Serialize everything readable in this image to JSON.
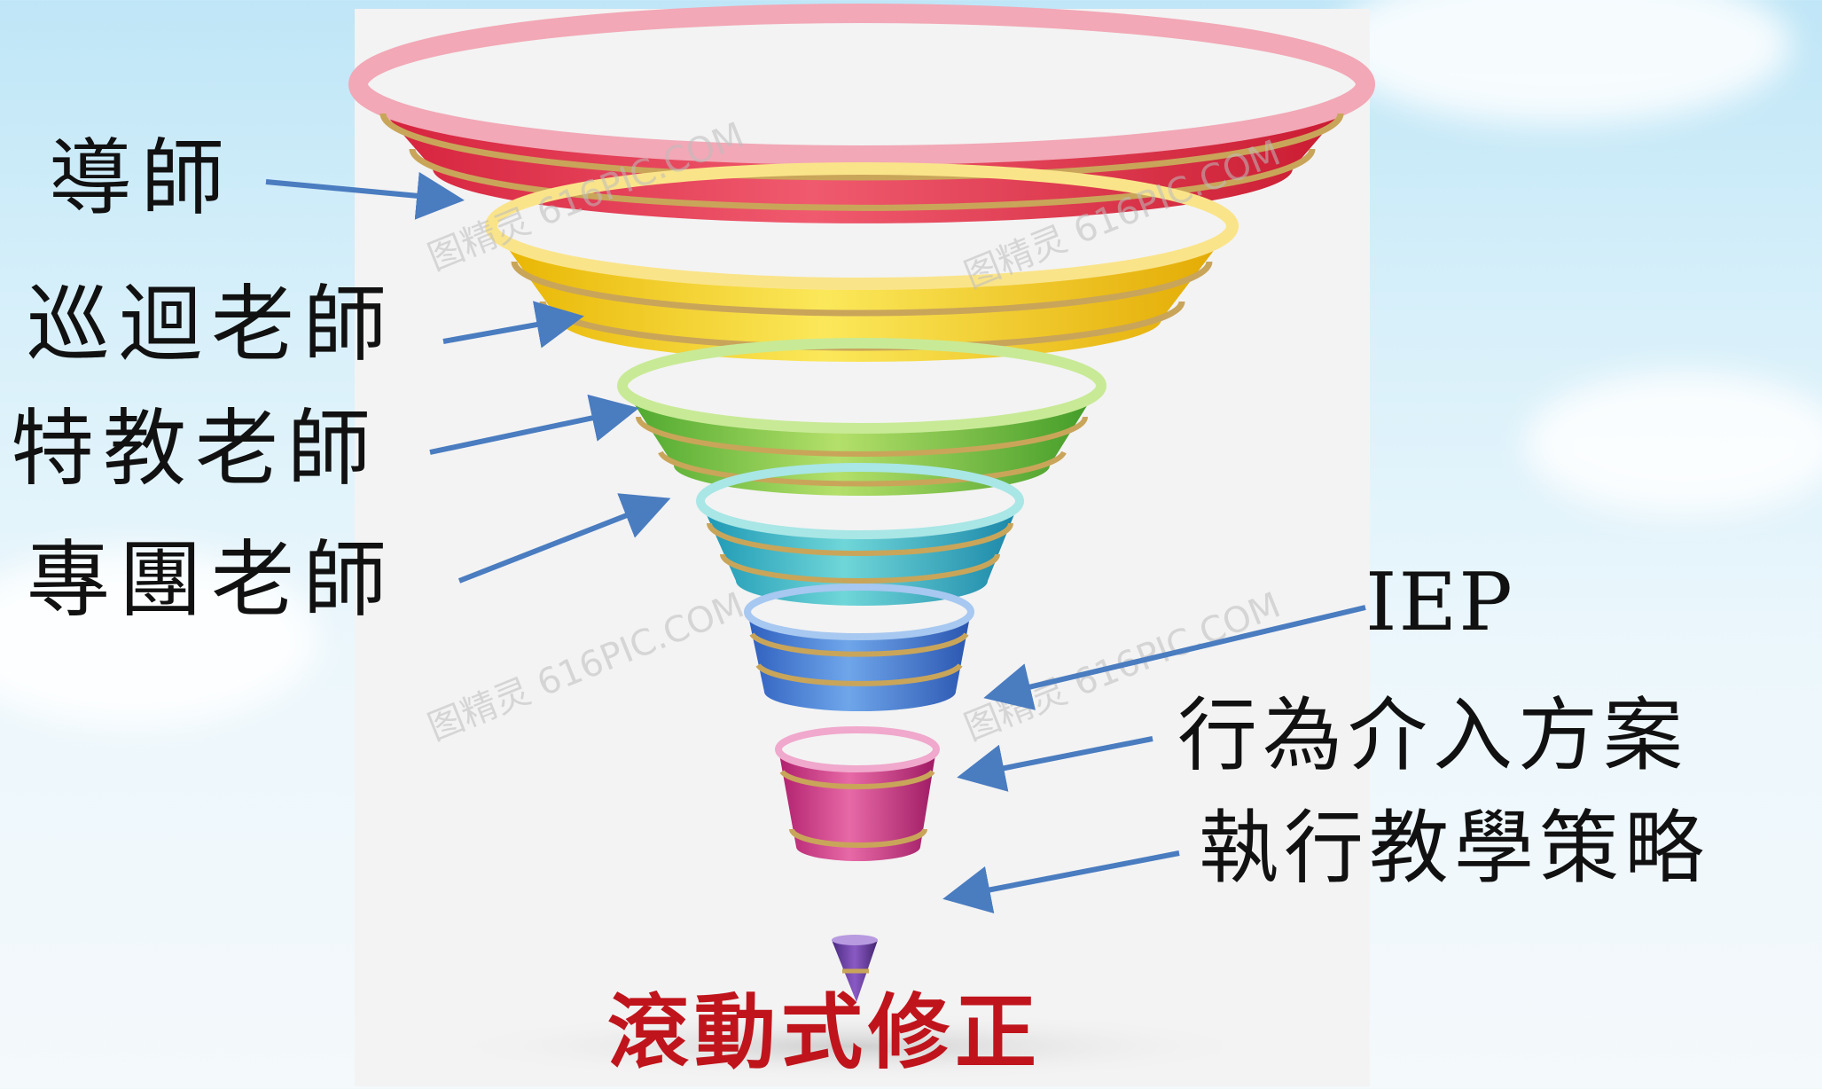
{
  "labels": {
    "left": [
      "導師",
      "巡迴老師",
      "特教老師",
      "專團老師"
    ],
    "right": [
      "IEP",
      "行為介入方案",
      "執行教學策略"
    ],
    "bottom": "滾動式修正"
  },
  "watermark": "图精灵 616PIC.COM",
  "colors": {
    "ring_pink": "#e87a92",
    "ring_yellow": "#f2d12c",
    "ring_green": "#7cc443",
    "ring_teal": "#32b3c4",
    "ring_blue": "#3f7fd0",
    "ring_magenta": "#c9337f",
    "tip_purple": "#6d3fa0",
    "gold_band": "#c9a55a",
    "arrow": "#4a7cc0",
    "bottom_label": "#c0141c"
  }
}
